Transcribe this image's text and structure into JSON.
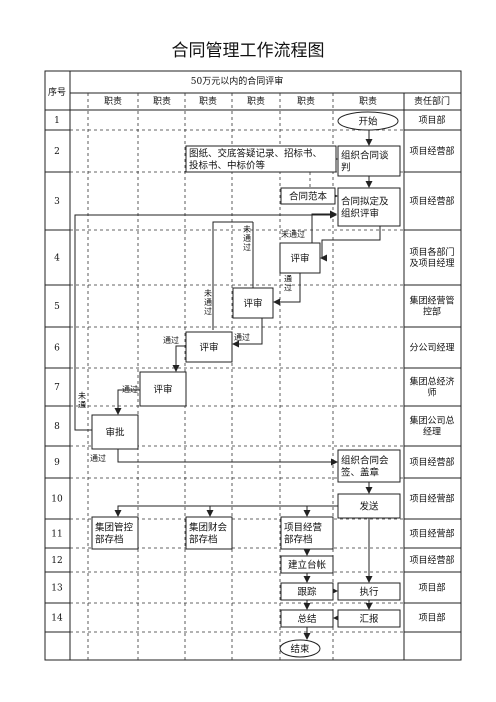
{
  "title": "合同管理工作流程图",
  "header": {
    "seq_label": "序号",
    "group_label": "50万元以内的合同评审",
    "col_duty": "职责",
    "col_dept": "责任部门"
  },
  "rows": [
    {
      "num": "1",
      "dept": "项目部"
    },
    {
      "num": "2",
      "dept": "项目经营部"
    },
    {
      "num": "3",
      "dept": "项目经营部"
    },
    {
      "num": "4",
      "dept": "项目各部门\n及项目经理"
    },
    {
      "num": "5",
      "dept": "集团经营管\n控部"
    },
    {
      "num": "6",
      "dept": "分公司经理"
    },
    {
      "num": "7",
      "dept": "集团总经济\n师"
    },
    {
      "num": "8",
      "dept": "集团公司总\n经理"
    },
    {
      "num": "9",
      "dept": "项目经营部"
    },
    {
      "num": "10",
      "dept": "项目经营部"
    },
    {
      "num": "11",
      "dept": "项目经营部"
    },
    {
      "num": "12",
      "dept": "项目经营部"
    },
    {
      "num": "13",
      "dept": "项目部"
    },
    {
      "num": "14",
      "dept": "项目部"
    }
  ],
  "nodes": {
    "start": "开始",
    "docs": "图纸、交底答疑记录、招标书、\n投标书、中标价等",
    "negotiate": "组织合同谈\n判",
    "template": "合同范本",
    "draft": "合同拟定及\n组织评审",
    "review4": "评审",
    "review5": "评审",
    "review6": "评审",
    "review7": "评审",
    "approve": "审批",
    "sign": "组织合同会\n签、盖章",
    "send": "发送",
    "archive_control": "集团管控\n部存档",
    "archive_finance": "集团财会\n部存档",
    "archive_project": "项目经营\n部存档",
    "ledger": "建立台帐",
    "track": "跟踪",
    "execute": "执行",
    "summary": "总结",
    "report": "汇报",
    "end": "结束"
  },
  "labels": {
    "fail_top": "未通过",
    "fail_v1": "未\n通\n过",
    "pass_v": "通\n过",
    "fail_v2": "未\n通\n过",
    "pass6": "通过",
    "pass5": "通过",
    "pass7": "通过",
    "fail_left": "未\n通",
    "pass9": "通过"
  },
  "colors": {
    "line": "#222222",
    "dash": "#333333",
    "text": "#111111"
  }
}
